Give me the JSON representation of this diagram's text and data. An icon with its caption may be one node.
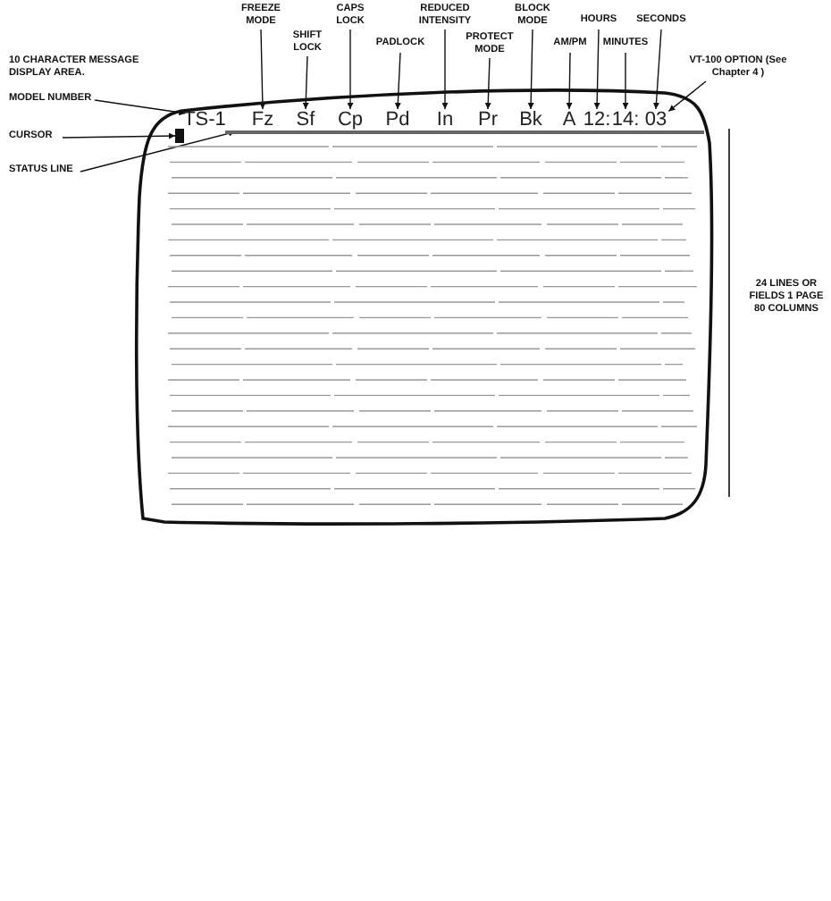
{
  "diagram": {
    "nodes": [
      {
        "text": [
          "FREEZE MODE"
        ]
      },
      {
        "text": [
          "CAPS LOCK"
        ]
      },
      {
        "text": [
          "REDUCED INTENSITY"
        ]
      },
      {
        "text": [
          "BLOCK MODE"
        ]
      },
      {
        "text": [
          "SECONDS"
        ]
      },
      {
        "text": [
          "HOURS"
        ]
      },
      {
        "text": [
          "SHIFT LOCK"
        ]
      },
      {
        "text": [
          "PADLOCK"
        ]
      },
      {
        "text": [
          "PROTECT MODE"
        ]
      },
      {
        "text": [
          "AM/PM"
        ]
      },
      {
        "text": [
          "MINUTES"
        ]
      },
      {
        "text": [
          "VT-100 OPTION (See Chapter 4 )"
        ]
      },
      {
        "text": [
          "MODEL NUMBER"
        ]
      },
      {
        "text": [
          "CURSOR"
        ]
      },
      {
        "text": [
          "STATUS LINE"
        ]
      },
      {
        "text": [],
        "shape": "box"
      },
      {
        "text": [
          "TS-1"
        ],
        "in": 15
      },
      {
        "text": [
          "Fz"
        ],
        "in": 15
      },
      {
        "text": [
          "Sf"
        ],
        "in": 15
      },
      {
        "text": [
          "Cp"
        ],
        "in": 15
      },
      {
        "text": [
          "Pd"
        ],
        "in": 15
      },
      {
        "text": [
          "In"
        ],
        "in": 15
      },
      {
        "text": [
          "Pr"
        ],
        "in": 15
      },
      {
        "text": [
          "Bk"
        ],
        "in": 15
      },
      {
        "text": [
          "A"
        ],
        "in": 15
      },
      {
        "text": [
          "12:"
        ],
        "in": 15
      },
      {
        "text": [
          "14:"
        ],
        "in": 15
      },
      {
        "text": [
          "03"
        ],
        "in": 15
      },
      {
        "text": [],
        "shape": "box",
        "in": 15
      },
      {
        "text": [],
        "shape": "bar",
        "in": 15
      }
    ],
    "edges": [
      {
        "from": 0,
        "to": 17,
        "arrow": "to"
      },
      {
        "from": 1,
        "to": 19,
        "arrow": "to"
      },
      {
        "from": 2,
        "to": 21,
        "arrow": "to"
      },
      {
        "from": 3,
        "to": 23,
        "arrow": "to"
      },
      {
        "from": 4,
        "to": 27,
        "arrow": "to"
      },
      {
        "from": 5,
        "to": 25,
        "arrow": "to"
      },
      {
        "from": 6,
        "to": 18,
        "arrow": "to"
      },
      {
        "from": 7,
        "to": 20,
        "arrow": "to"
      },
      {
        "from": 8,
        "to": 22,
        "arrow": "to"
      },
      {
        "from": 9,
        "to": 24,
        "arrow": "to"
      },
      {
        "from": 10,
        "to": 26,
        "arrow": "to"
      },
      {
        "from": 11,
        "to": 27,
        "arrow": "to"
      },
      {
        "from": 12,
        "to": 16,
        "arrow": "to"
      },
      {
        "from": 13,
        "to": 28,
        "arrow": "to"
      },
      {
        "from": 14,
        "to": 29,
        "arrow": "to"
      }
    ],
    "labels": [
      "10 CHARACTER MESSAGE DISPLAY AREA.",
      "24 LINES OR FIELDS 1 PAGE 80 COLUMNS"
    ]
  }
}
